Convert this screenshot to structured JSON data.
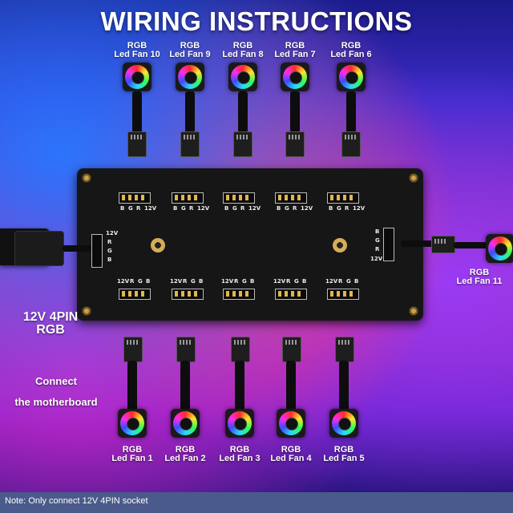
{
  "title": "WIRING INSTRUCTIONS",
  "top_fans": [
    {
      "line1": "RGB",
      "line2": "Led Fan 10"
    },
    {
      "line1": "RGB",
      "line2": "Led Fan 9"
    },
    {
      "line1": "RGB",
      "line2": "Led Fan 8"
    },
    {
      "line1": "RGB",
      "line2": "Led Fan 7"
    },
    {
      "line1": "RGB",
      "line2": "Led Fan 6"
    }
  ],
  "bottom_fans": [
    {
      "line1": "RGB",
      "line2": "Led Fan 1"
    },
    {
      "line1": "RGB",
      "line2": "Led Fan 2"
    },
    {
      "line1": "RGB",
      "line2": "Led Fan 3"
    },
    {
      "line1": "RGB",
      "line2": "Led Fan 4"
    },
    {
      "line1": "RGB",
      "line2": "Led Fan 5"
    }
  ],
  "right_fan": {
    "line1": "RGB",
    "line2": "Led Fan 11"
  },
  "input": {
    "line1": "12V 4PIN",
    "line2": "RGB"
  },
  "connect": {
    "line1": "Connect",
    "line2": "the motherboard"
  },
  "pins": {
    "b": "B",
    "g": "G",
    "r": "R",
    "v": "12V"
  },
  "note": "Note: Only connect  12V 4PIN  socket"
}
